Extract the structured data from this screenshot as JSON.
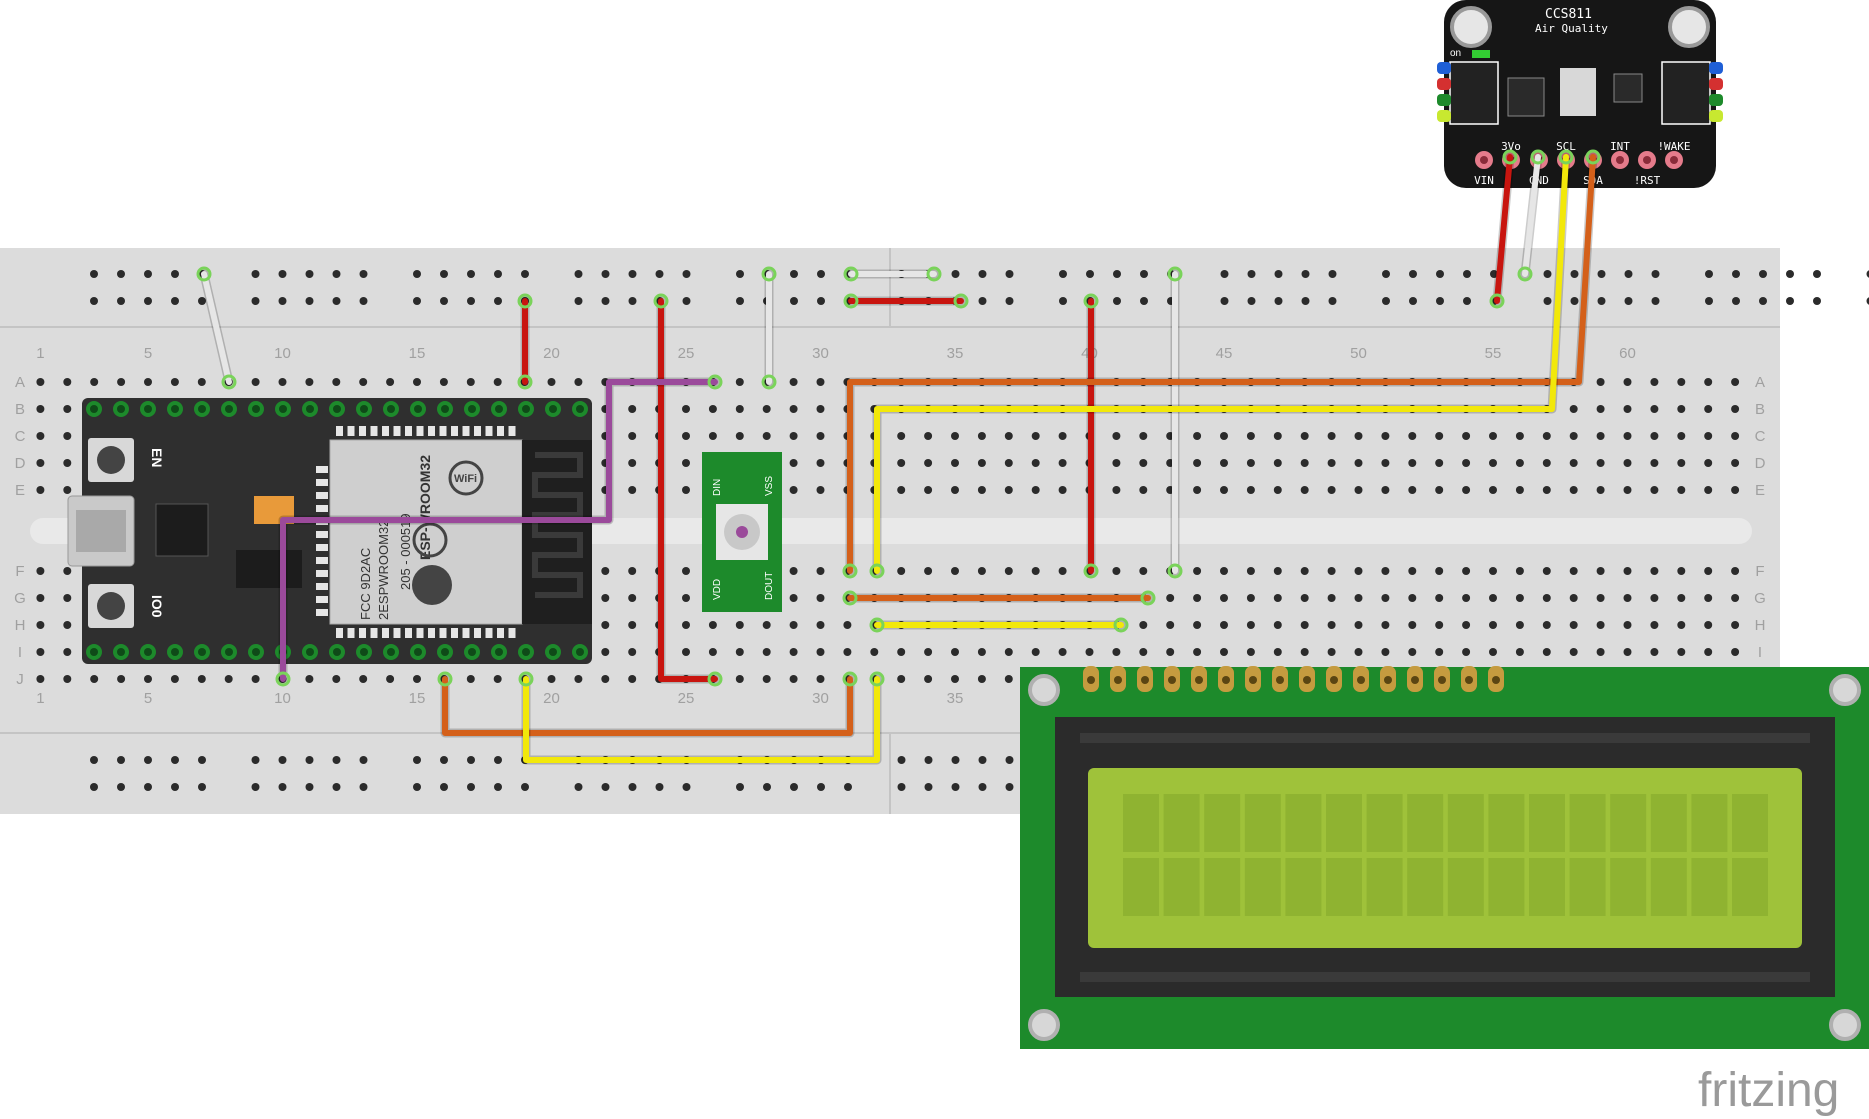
{
  "breadboard": {
    "column_numbers": [
      "1",
      "5",
      "10",
      "15",
      "20",
      "25",
      "30",
      "35",
      "40",
      "45",
      "50",
      "55",
      "60"
    ],
    "row_letters_top": [
      "A",
      "B",
      "C",
      "D",
      "E"
    ],
    "row_letters_bottom": [
      "F",
      "G",
      "H",
      "I",
      "J"
    ]
  },
  "esp32": {
    "button_en_label": "EN",
    "button_io0_label": "IO0",
    "module_name": "ESP-WROOM32",
    "fcc_text": "FCC 9D2AC",
    "module_code": "2ESPWROOM32",
    "cert_text": "205 - 000519",
    "wifi_label": "WiFi"
  },
  "led_module": {
    "pin_din": "DIN",
    "pin_vss": "VSS",
    "pin_vdd": "VDD",
    "pin_dout": "DOUT"
  },
  "sensor": {
    "title": "CCS811",
    "subtitle": "Air Quality",
    "on_label": "on",
    "pins_top": [
      "3Vo",
      "SCL",
      "INT",
      "!WAKE"
    ],
    "pins_bottom": [
      "VIN",
      "GND",
      "SDA",
      "!RST"
    ]
  },
  "watermark": "fritzing",
  "colors": {
    "breadboard": "#dcdcdc",
    "esp32_board": "#2e2e2e",
    "lcd_pcb": "#1d8a2b",
    "lcd_screen": "#9fc23a",
    "wire_red": "#c8150f",
    "wire_orange": "#d4601a",
    "wire_yellow": "#f2e80a",
    "wire_purple": "#9b4a9b",
    "wire_white": "#e6e6e6"
  }
}
